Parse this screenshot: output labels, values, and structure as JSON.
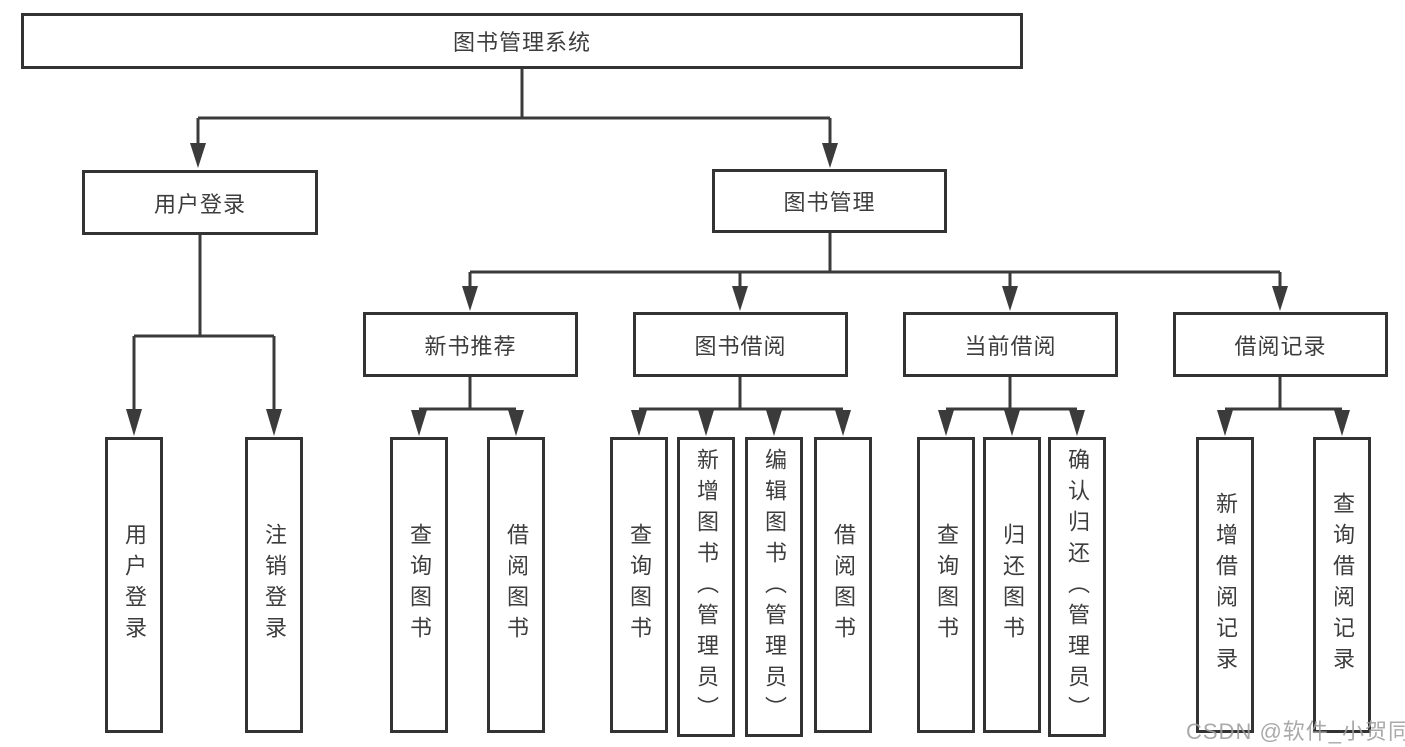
{
  "diagram": {
    "title": "图书管理系统",
    "nodes": {
      "root": "图书管理系统",
      "user_login": "用户登录",
      "book_mgmt": "图书管理",
      "new_book_rec": "新书推荐",
      "book_borrow": "图书借阅",
      "current_borrow": "当前借阅",
      "borrow_record": "借阅记录",
      "leaf_user_login": "用户登录",
      "leaf_logout": "注销登录",
      "leaf_query_book_1": "查询图书",
      "leaf_borrow_book_1": "借阅图书",
      "leaf_query_book_2": "查询图书",
      "leaf_add_book_admin": "新增图书（管理员）",
      "leaf_edit_book_admin": "编辑图书（管理员）",
      "leaf_borrow_book_2": "借阅图书",
      "leaf_query_book_3": "查询图书",
      "leaf_return_book": "归还图书",
      "leaf_confirm_return_admin": "确认归还（管理员）",
      "leaf_add_borrow_record": "新增借阅记录",
      "leaf_query_borrow_record": "查询借阅记录"
    },
    "edges": [
      [
        "root",
        "user_login"
      ],
      [
        "root",
        "book_mgmt"
      ],
      [
        "user_login",
        "leaf_user_login"
      ],
      [
        "user_login",
        "leaf_logout"
      ],
      [
        "book_mgmt",
        "new_book_rec"
      ],
      [
        "book_mgmt",
        "book_borrow"
      ],
      [
        "book_mgmt",
        "current_borrow"
      ],
      [
        "book_mgmt",
        "borrow_record"
      ],
      [
        "new_book_rec",
        "leaf_query_book_1"
      ],
      [
        "new_book_rec",
        "leaf_borrow_book_1"
      ],
      [
        "book_borrow",
        "leaf_query_book_2"
      ],
      [
        "book_borrow",
        "leaf_add_book_admin"
      ],
      [
        "book_borrow",
        "leaf_edit_book_admin"
      ],
      [
        "book_borrow",
        "leaf_borrow_book_2"
      ],
      [
        "current_borrow",
        "leaf_query_book_3"
      ],
      [
        "current_borrow",
        "leaf_return_book"
      ],
      [
        "current_borrow",
        "leaf_confirm_return_admin"
      ],
      [
        "borrow_record",
        "leaf_add_borrow_record"
      ],
      [
        "borrow_record",
        "leaf_query_borrow_record"
      ]
    ],
    "colors": {
      "line": "#3b3b3b",
      "box_border": "#333333",
      "text": "#3d3d3d",
      "background": "#ffffff",
      "watermark": "#9e9e9e"
    }
  },
  "watermark": "CSDN @软件_小贺同学"
}
